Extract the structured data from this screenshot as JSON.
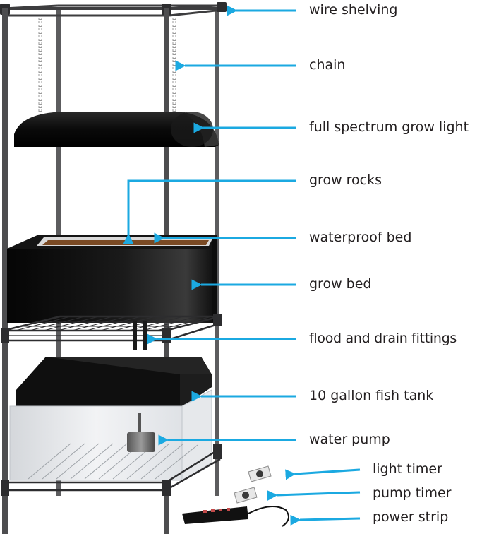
{
  "colors": {
    "arrow": "#1ba9e1",
    "frame": "#4d4d4f",
    "black": "#111111",
    "soil": "#7a4a24",
    "glass": "#e8eaed",
    "text": "#231f20"
  },
  "labels": {
    "wire_shelving": "wire shelving",
    "chain": "chain",
    "grow_light": "full spectrum grow light",
    "grow_rocks": "grow rocks",
    "waterproof_bed": "waterproof bed",
    "grow_bed": "grow bed",
    "fittings": "flood and drain fittings",
    "fish_tank": "10 gallon fish tank",
    "water_pump": "water pump",
    "light_timer": "light timer",
    "pump_timer": "pump timer",
    "power_strip": "power strip"
  }
}
